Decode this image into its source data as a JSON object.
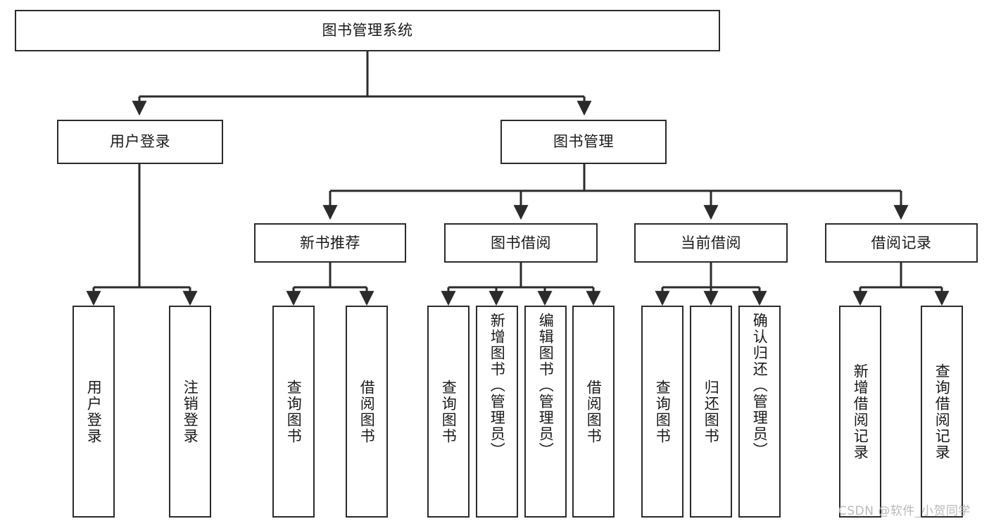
{
  "diagram": {
    "title": "图书管理系统",
    "type": "tree-hierarchy",
    "root": {
      "label": "图书管理系统"
    },
    "level2": [
      {
        "label": "用户登录"
      },
      {
        "label": "图书管理"
      }
    ],
    "level3": [
      {
        "label": "新书推荐"
      },
      {
        "label": "图书借阅"
      },
      {
        "label": "当前借阅"
      },
      {
        "label": "借阅记录"
      }
    ],
    "leaves": {
      "user_login": [
        {
          "label": "用户登录"
        },
        {
          "label": "注销登录"
        }
      ],
      "new_book_recommend": [
        {
          "label": "查询图书"
        },
        {
          "label": "借阅图书"
        }
      ],
      "book_borrow": [
        {
          "label": "查询图书"
        },
        {
          "label": "新增图书（管理员）"
        },
        {
          "label": "编辑图书（管理员）"
        },
        {
          "label": "借阅图书"
        }
      ],
      "current_borrow": [
        {
          "label": "查询图书"
        },
        {
          "label": "归还图书"
        },
        {
          "label": "确认归还（管理员）"
        }
      ],
      "borrow_record": [
        {
          "label": "新增借阅记录"
        },
        {
          "label": "查询借阅记录"
        }
      ]
    }
  },
  "watermark": {
    "text": "CSDN @软件_小贺同学"
  },
  "colors": {
    "border": "#2b2b2b",
    "text": "#1a1a1a",
    "background": "#ffffff",
    "watermark": "#b9b9b9"
  }
}
